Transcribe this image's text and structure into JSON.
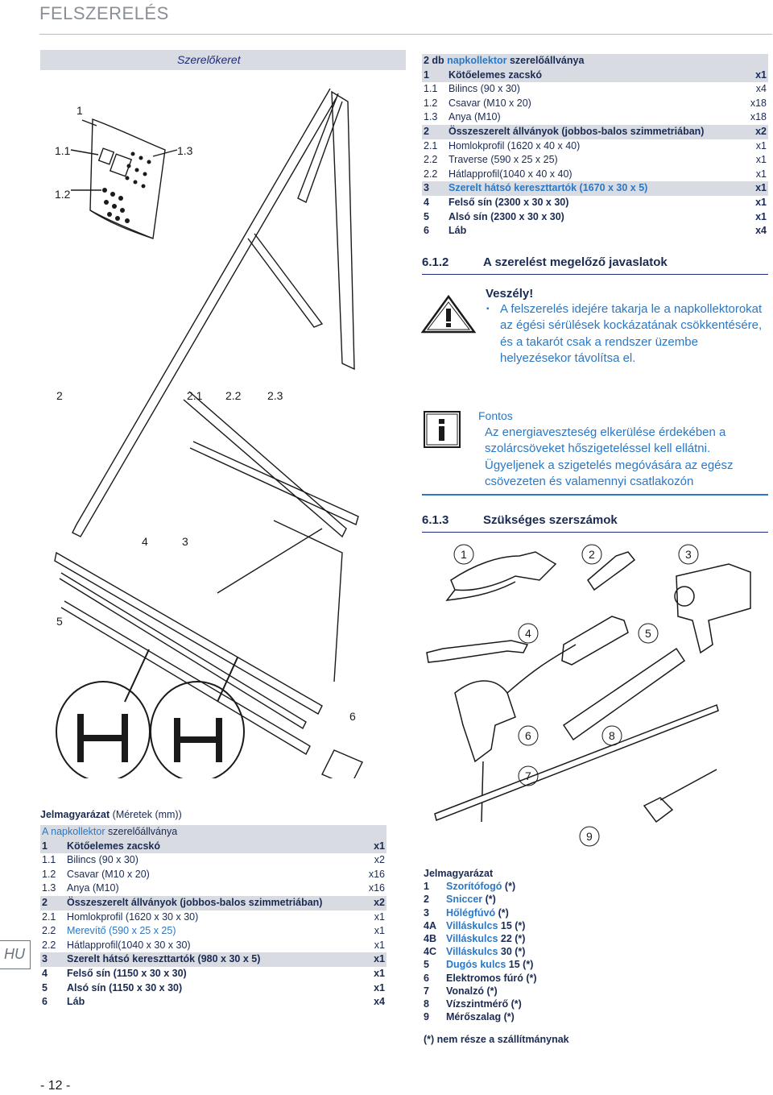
{
  "page_title": "FELSZERELÉS",
  "figure": {
    "caption": "Szerelőkeret",
    "labels": [
      "1",
      "1.1",
      "1.2",
      "1.3",
      "2",
      "2.1",
      "2.2",
      "2.3",
      "4",
      "3",
      "5",
      "6"
    ]
  },
  "top_table": {
    "heading": {
      "pre": "2 db ",
      "blue": "napkollektor",
      "post": " szerelőállványa"
    },
    "rows": [
      {
        "num": "1",
        "text": "Kötőelemes zacskó",
        "qty": "x1",
        "bold": true,
        "shade": true
      },
      {
        "num": "1.1",
        "text": "Bilincs (90 x 30)",
        "qty": "x4",
        "bold": false,
        "shade": false
      },
      {
        "num": "1.2",
        "text": "Csavar (M10 x 20)",
        "qty": "x18",
        "bold": false,
        "shade": false
      },
      {
        "num": "1.3",
        "text": "Anya (M10)",
        "qty": "x18",
        "bold": false,
        "shade": false
      },
      {
        "num": "2",
        "text": "Összeszerelt állványok (jobbos-balos szimmetriában)",
        "qty": "x2",
        "bold": true,
        "shade": true
      },
      {
        "num": "2.1",
        "text": "Homlokprofil (1620 x 40 x 40)",
        "qty": "x1",
        "bold": false,
        "shade": false
      },
      {
        "num": "2.2",
        "text": "Traverse (590 x 25 x 25)",
        "qty": "x1",
        "bold": false,
        "shade": false
      },
      {
        "num": "2.2",
        "text": "Hátlapprofil(1040 x 40 x 40)",
        "qty": "x1",
        "bold": false,
        "shade": false
      },
      {
        "num": "3",
        "text": "Szerelt hátsó kereszttartók (1670 x 30 x 5)",
        "qty": "x1",
        "bold": true,
        "shade": true,
        "blue": true
      },
      {
        "num": "4",
        "text": "Felső sín (2300 x 30 x 30)",
        "qty": "x1",
        "bold": true,
        "shade": false
      },
      {
        "num": "5",
        "text": "Alsó sín (2300 x 30 x 30)",
        "qty": "x1",
        "bold": true,
        "shade": false
      },
      {
        "num": "6",
        "text": "Láb",
        "qty": "x4",
        "bold": true,
        "shade": false
      }
    ]
  },
  "section_1": {
    "number": "6.1.2",
    "title": "A szerelést megelőző javaslatok"
  },
  "danger": {
    "title": "Veszély!",
    "bullet": "▪",
    "text": "A felszerelés idejére takarja le a napkollektorokat az égési sérülések kockázatának csökkentésére, és a takarót csak a rendszer üzembe helyezésekor távolítsa el."
  },
  "info": {
    "title": "Fontos",
    "text": "Az energiaveszteség elkerülése érdekében a szolárcsöveket hőszigeteléssel kell ellátni. Ügyeljenek a szigetelés megóvására az egész csövezeten és valamennyi csatlakozón"
  },
  "section_2": {
    "number": "6.1.3",
    "title": "Szükséges szerszámok"
  },
  "tools_figure": {
    "labels": [
      "1",
      "2",
      "3",
      "4",
      "5",
      "6",
      "8",
      "7",
      "9"
    ]
  },
  "legend": {
    "title": "Jelmagyarázat",
    "subtitle": "(Méretek (mm))"
  },
  "bottom_table": {
    "heading": {
      "blue": "A napkollektor",
      "post": " szerelőállványa"
    },
    "rows": [
      {
        "num": "1",
        "text": "Kötőelemes zacskó",
        "qty": "x1",
        "bold": true,
        "shade": true
      },
      {
        "num": "1.1",
        "text": "Bilincs (90 x 30)",
        "qty": "x2",
        "bold": false,
        "shade": false
      },
      {
        "num": "1.2",
        "text": "Csavar (M10 x 20)",
        "qty": "x16",
        "bold": false,
        "shade": false
      },
      {
        "num": "1.3",
        "text": "Anya (M10)",
        "qty": "x16",
        "bold": false,
        "shade": false
      },
      {
        "num": "2",
        "text": "Összeszerelt állványok (jobbos-balos szimmetriában)",
        "qty": "x2",
        "bold": true,
        "shade": true
      },
      {
        "num": "2.1",
        "text": "Homlokprofil (1620 x 30 x 30)",
        "qty": "x1",
        "bold": false,
        "shade": false
      },
      {
        "num": "2.2",
        "text": "Merevítő (590 x 25 x 25)",
        "qty": "x1",
        "bold": false,
        "shade": false,
        "blue": true
      },
      {
        "num": "2.2",
        "text": "Hátlapprofil(1040 x 30 x 30)",
        "qty": "x1",
        "bold": false,
        "shade": false
      },
      {
        "num": "3",
        "text": "Szerelt hátsó kereszttartók  (980 x 30 x 5)",
        "qty": "x1",
        "bold": true,
        "shade": true
      },
      {
        "num": "4",
        "text": "Felső sín (1150 x 30 x 30)",
        "qty": "x1",
        "bold": true,
        "shade": false
      },
      {
        "num": "5",
        "text": "Alsó sín (1150 x 30 x 30)",
        "qty": "x1",
        "bold": true,
        "shade": false
      },
      {
        "num": "6",
        "text": "Láb",
        "qty": "x4",
        "bold": true,
        "shade": false
      }
    ]
  },
  "tool_legend": {
    "title": "Jelmagyarázat",
    "items": [
      {
        "k": "1",
        "pre": "",
        "b": "Szorítófogó",
        "post": " (*)"
      },
      {
        "k": "2",
        "pre": "",
        "b": "Sniccer",
        "post": " (*)"
      },
      {
        "k": "3",
        "pre": "",
        "b": "Hőlégfúvó",
        "post": " (*)"
      },
      {
        "k": "4A",
        "pre": "",
        "b": "Villáskulcs",
        "post": " 15 (*)"
      },
      {
        "k": "4B",
        "pre": "",
        "b": "Villáskulcs",
        "post": " 22 (*)"
      },
      {
        "k": "4C",
        "pre": "",
        "b": "Villáskulcs",
        "post": " 30 (*)"
      },
      {
        "k": "5",
        "pre": "",
        "b": "Dugós kulcs",
        "post": " 15 (*)"
      },
      {
        "k": "6",
        "pre": "Elektromos fúró (*)",
        "b": "",
        "post": ""
      },
      {
        "k": "7",
        "pre": "Vonalzó (*)",
        "b": "",
        "post": ""
      },
      {
        "k": "8",
        "pre": "Vízszintmérő",
        "b": "",
        "post": " (*)"
      },
      {
        "k": "9",
        "pre": "Mérőszalag",
        "b": "",
        "post": "  (*)"
      }
    ],
    "note": "(*) nem része a szállítmánynak"
  },
  "lang_tab": "HU",
  "page_number": "- 12 -",
  "colors": {
    "accent": "#2a78c6",
    "text": "#1a2a52",
    "shade": "#d8dce2",
    "title_gray": "#8a8f96"
  }
}
